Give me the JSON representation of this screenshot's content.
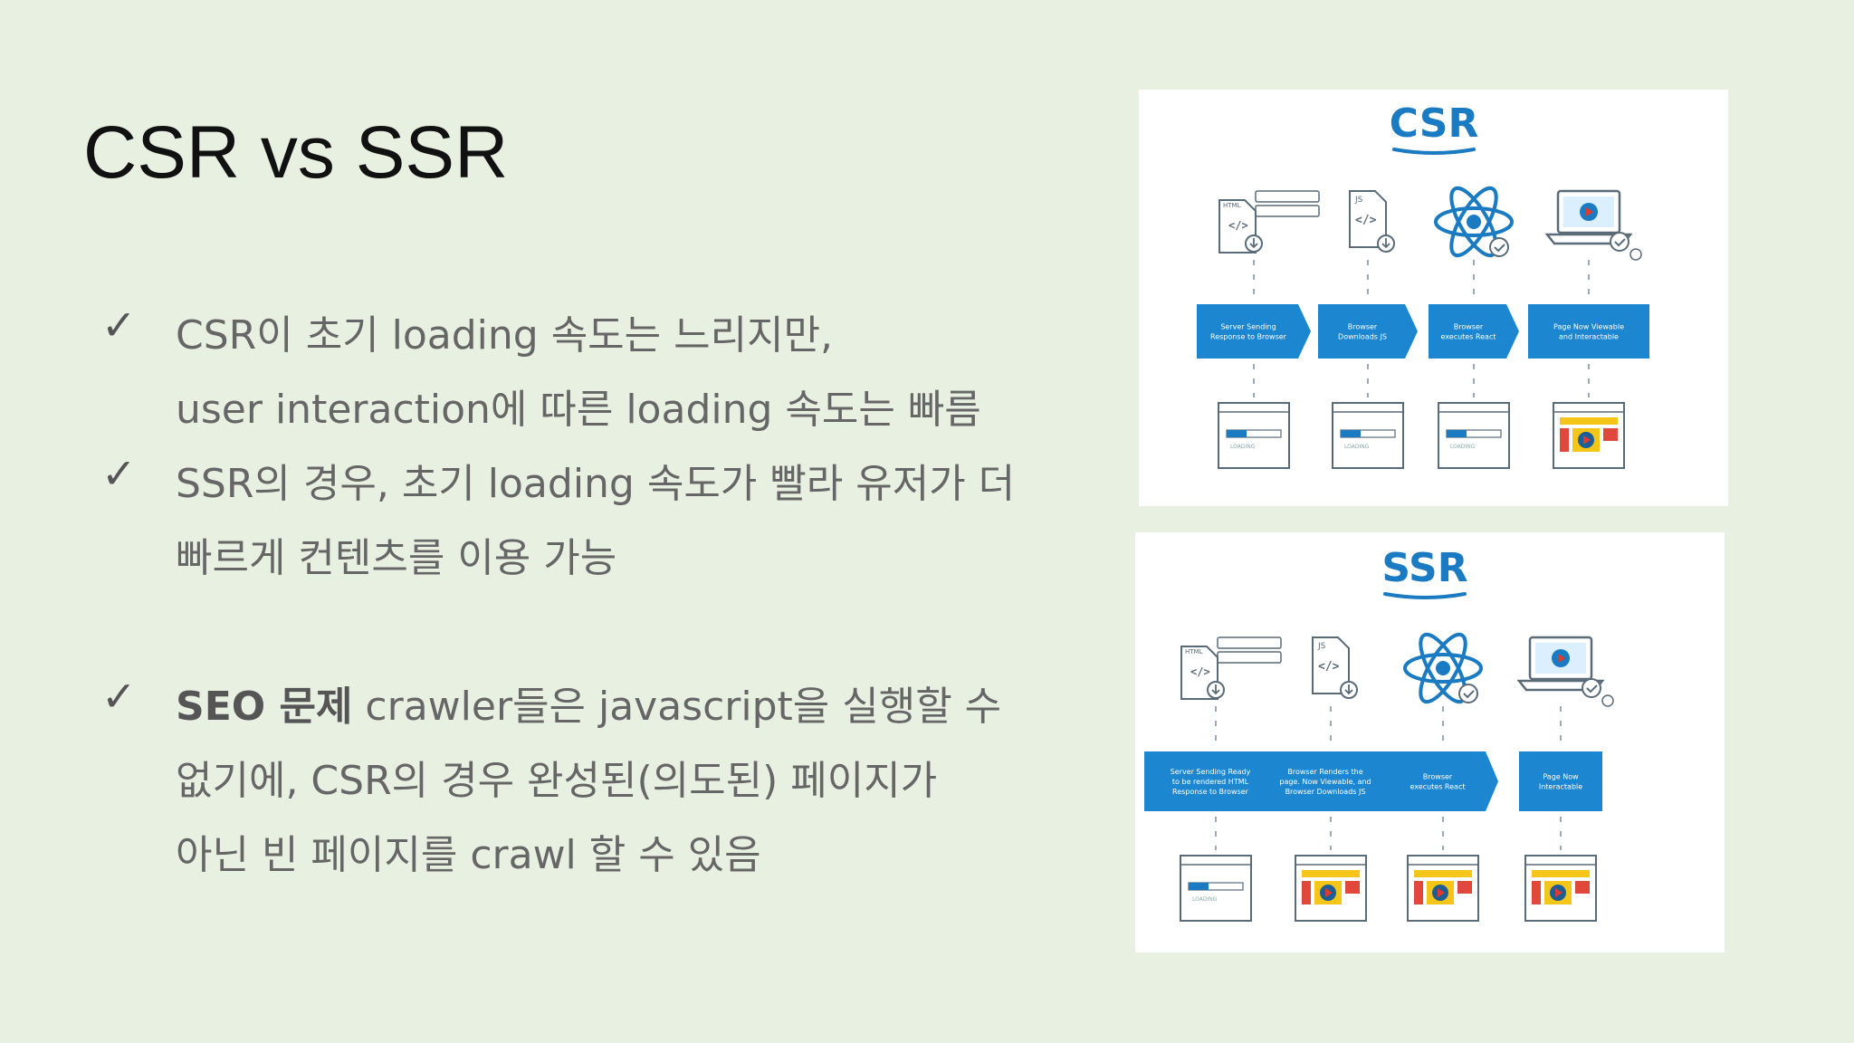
{
  "slide": {
    "title": "CSR vs SSR"
  },
  "bullets": [
    {
      "check": "✓",
      "lines": [
        "CSR이 초기 loading 속도는 느리지만,",
        "user interaction에 따른 loading 속도는 빠름"
      ]
    },
    {
      "check": "✓",
      "lines": [
        "SSR의 경우, 초기 loading 속도가 빨라 유저가 더",
        "빠르게 컨텐츠를 이용 가능"
      ]
    },
    {
      "check": "✓",
      "bold": "SEO 문제",
      "lines": [
        " crawler들은 javascript을 실행할 수",
        "없기에, CSR의 경우 완성된(의도된) 페이지가",
        "아닌 빈 페이지를 crawl 할 수 있음"
      ]
    }
  ],
  "csr_diagram": {
    "title": "CSR",
    "steps": [
      [
        "Server Sending",
        "Response to Browser"
      ],
      [
        "Browser",
        "Downloads JS"
      ],
      [
        "Browser",
        "executes React"
      ],
      [
        "Page Now Viewable",
        "and Interactable"
      ]
    ],
    "loading_label": "LOADING",
    "js_label": "JS",
    "html_label": "HTML",
    "code_glyph": "</>"
  },
  "ssr_diagram": {
    "title": "SSR",
    "steps": [
      [
        "Server Sending Ready",
        "to be rendered HTML",
        "Response to Browser"
      ],
      [
        "Browser Renders the",
        "page. Now Viewable, and",
        "Browser Downloads JS"
      ],
      [
        "Browser",
        "executes React"
      ],
      [
        "Page Now",
        "Interactable"
      ]
    ],
    "loading_label": "LOADING",
    "js_label": "JS",
    "html_label": "HTML",
    "code_glyph": "</>"
  },
  "colors": {
    "background": "#e8f0e2",
    "accent_blue": "#1a7bc2",
    "step_blue": "#1c86d1",
    "icon_gray": "#5a6b78",
    "yellow": "#f5c518",
    "red": "#e0483b"
  }
}
